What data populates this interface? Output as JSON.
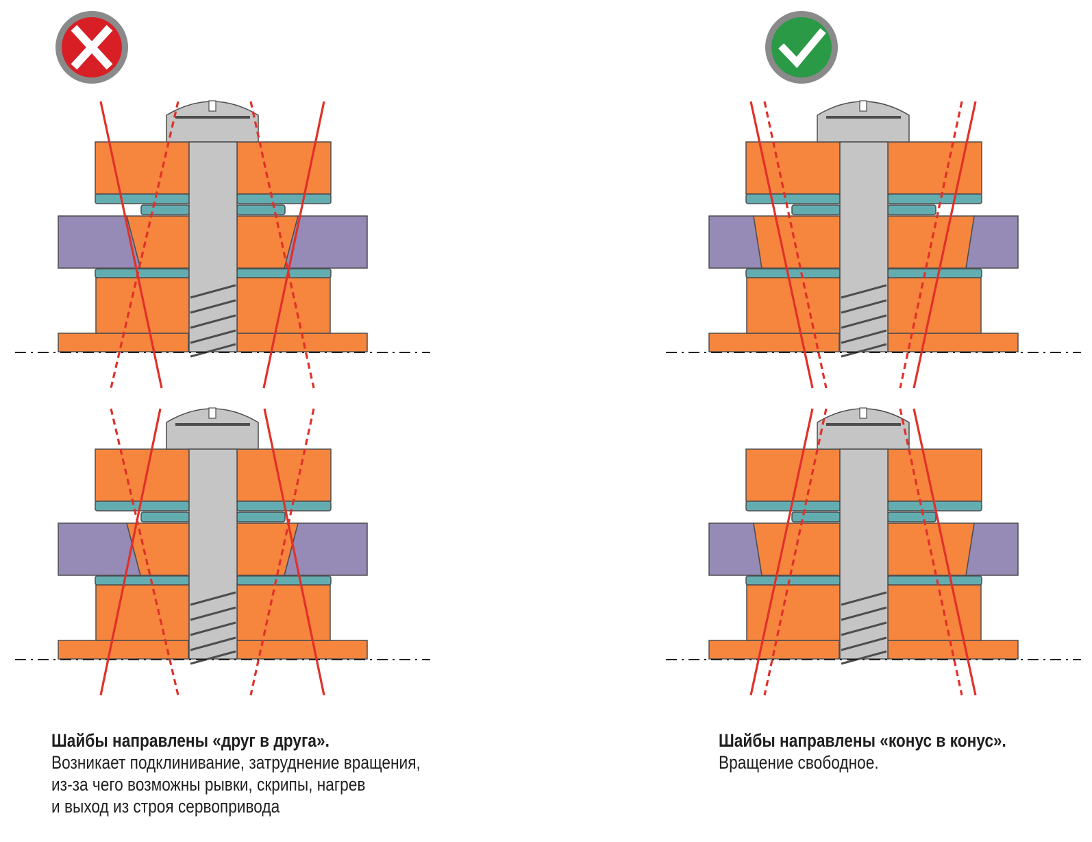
{
  "colors": {
    "orange": "#f6853e",
    "teal": "#63adb1",
    "purple": "#958bb6",
    "screw": "#c5c5c5",
    "outline": "#4d4d4d",
    "red_line": "#e0312a",
    "wrong_badge": "#d81f26",
    "right_badge": "#2a9a47",
    "badge_ring": "#8a8a8a"
  },
  "panels": [
    {
      "id": "wrong",
      "icon": "x-mark-icon",
      "verdict": "incorrect"
    },
    {
      "id": "right",
      "icon": "check-mark-icon",
      "verdict": "correct"
    }
  ],
  "captions": {
    "left": {
      "title": "Шайбы направлены «друг в друга».",
      "lines": [
        "Возникает подклинивание, затруднение вращения,",
        "из-за чего возможны рывки, скрипы, нагрев",
        "и выход из строя сервопривода"
      ]
    },
    "right": {
      "title": "Шайбы направлены «конус в конус».",
      "lines": [
        "Вращение свободное."
      ]
    }
  }
}
